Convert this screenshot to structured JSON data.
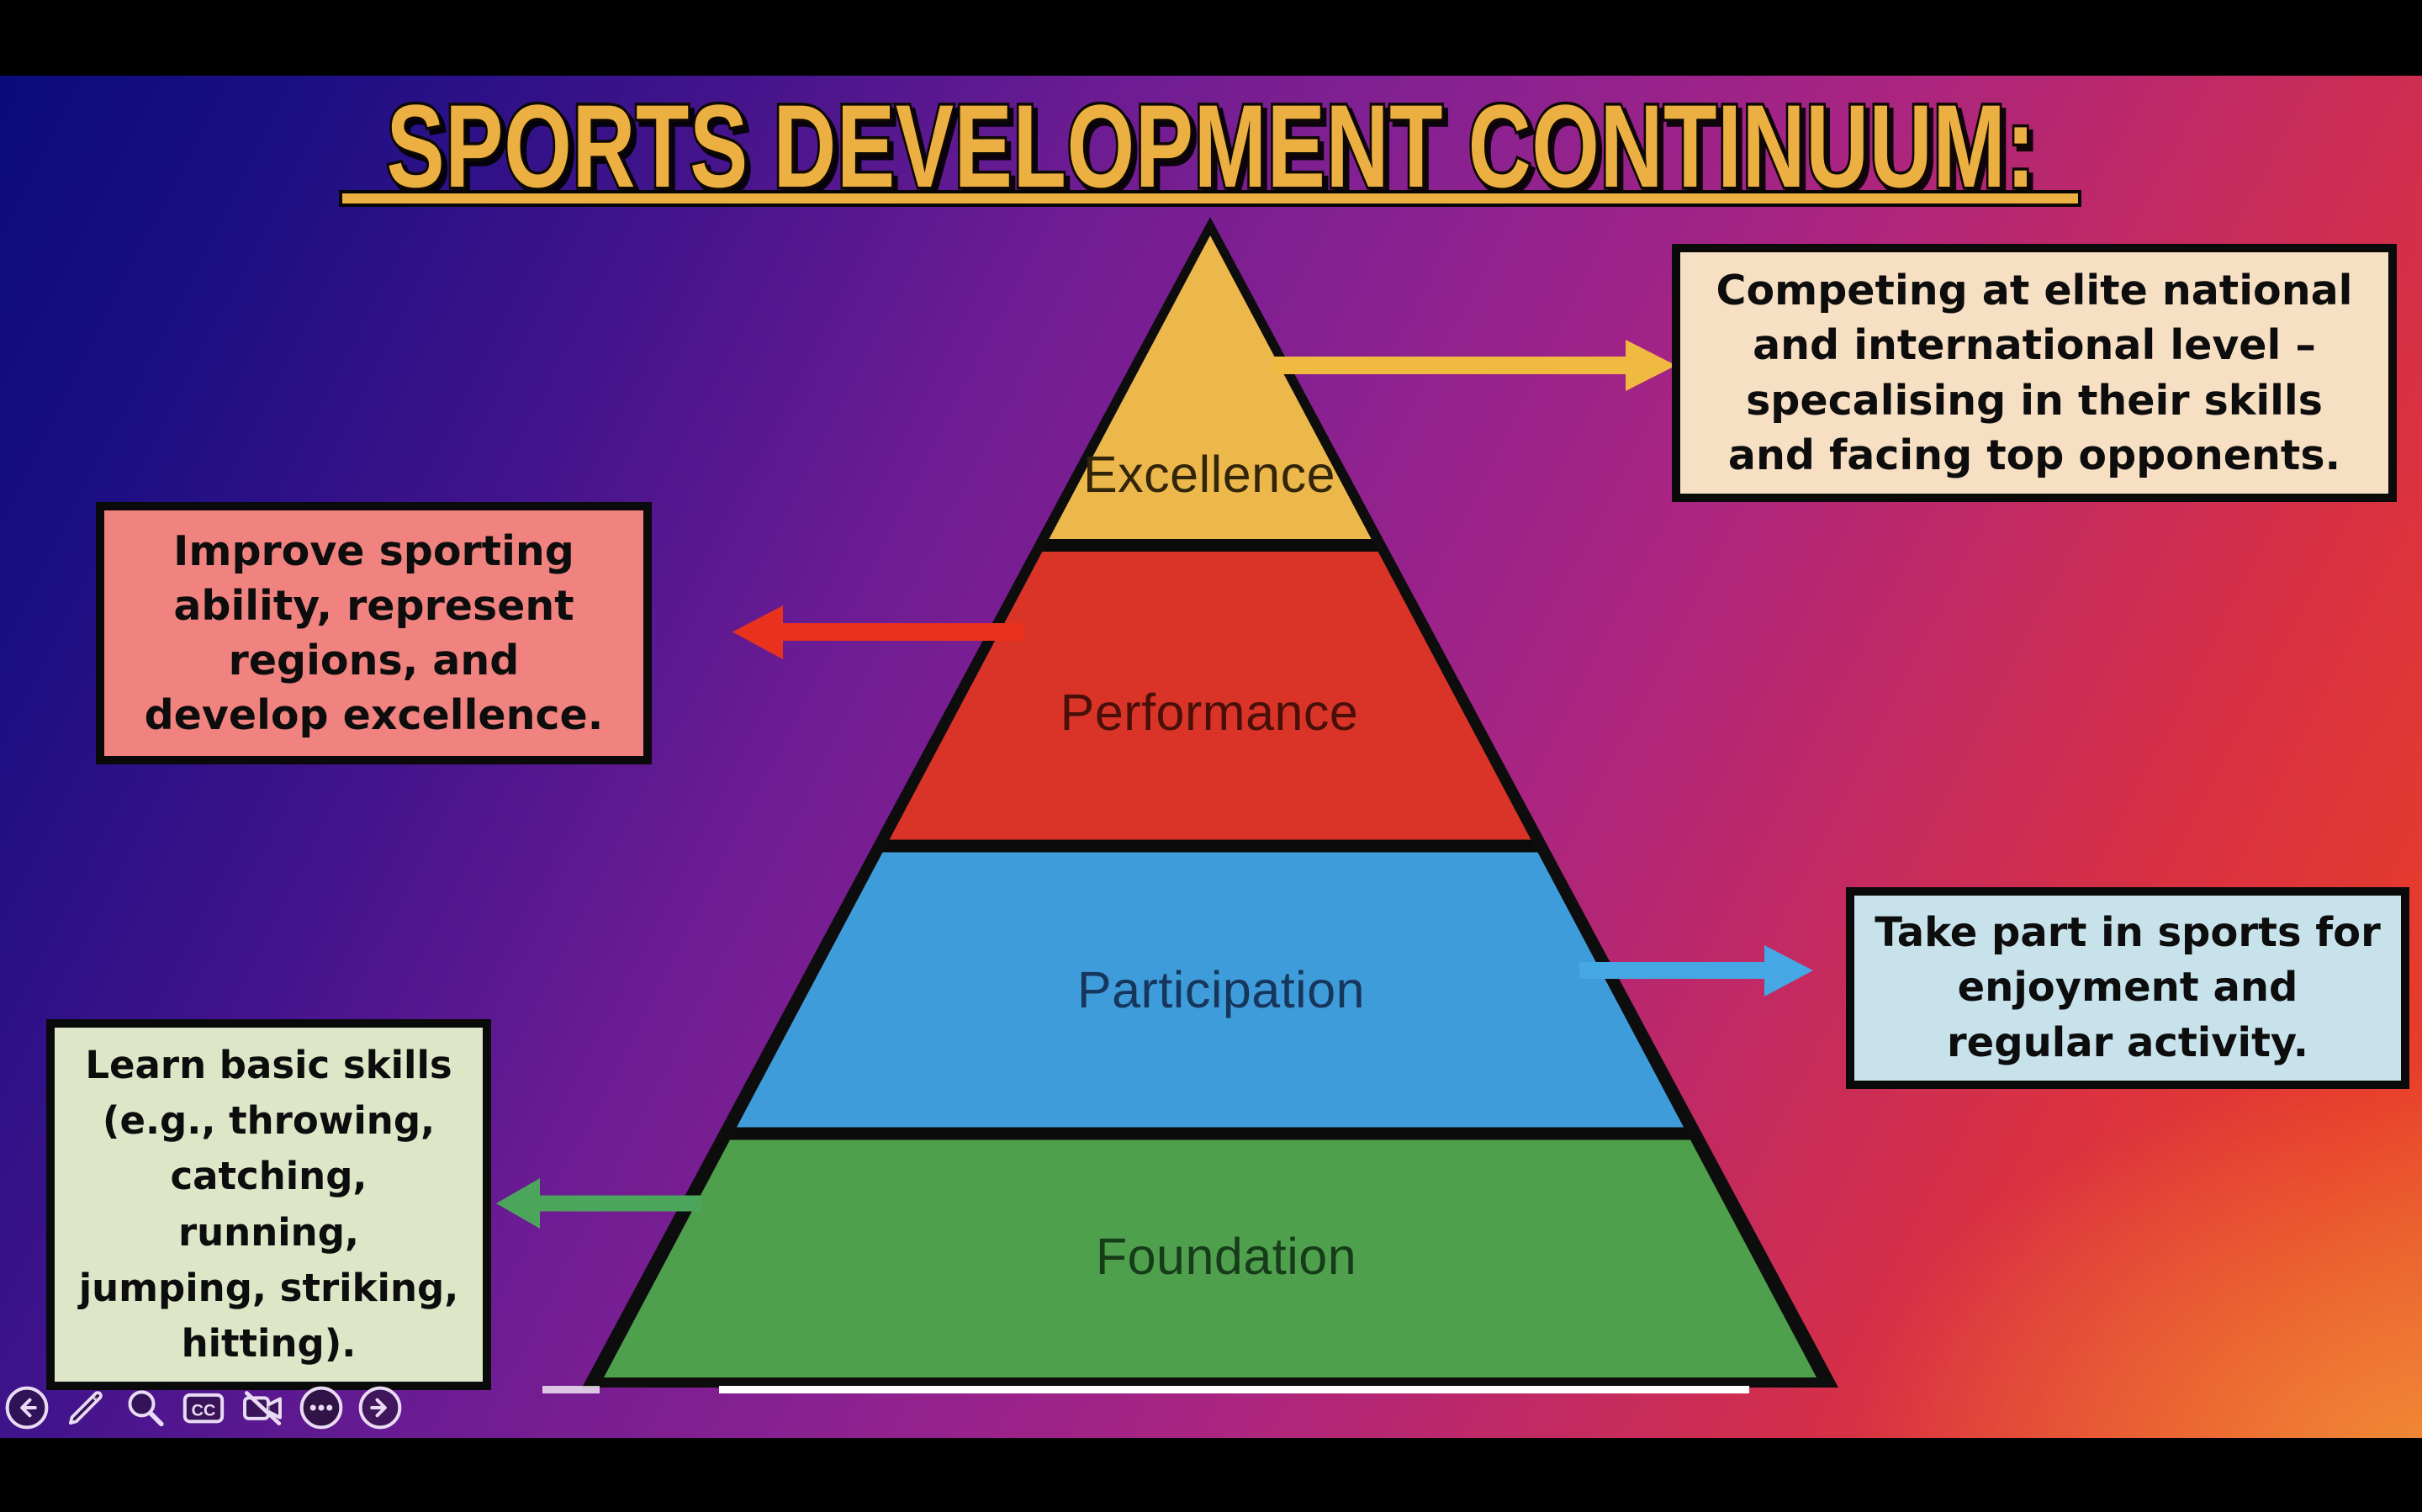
{
  "title": {
    "text": "SPORTS DEVELOPMENT CONTINUUM:",
    "color": "#ECB042"
  },
  "pyramid": {
    "levels": [
      {
        "label": "Excellence",
        "color": "#EDB84B"
      },
      {
        "label": "Performance",
        "color": "#D93427"
      },
      {
        "label": "Participation",
        "color": "#3F9CDB"
      },
      {
        "label": "Foundation",
        "color": "#4FA04C"
      }
    ]
  },
  "callouts": {
    "excellence": {
      "bg": "#F7DFC3",
      "arrow_color": "#F0B93F",
      "lines": [
        "Competing at elite national",
        "and international level –",
        "specalising in their skills",
        "and facing top opponents."
      ]
    },
    "performance": {
      "bg": "#F0827F",
      "arrow_color": "#E8321E",
      "lines": [
        "Improve sporting",
        "ability, represent",
        "regions, and",
        "develop excellence."
      ]
    },
    "participation": {
      "bg": "#C7E2EB",
      "arrow_color": "#45A7E3",
      "lines": [
        "Take part in sports for",
        "enjoyment and",
        "regular activity."
      ]
    },
    "foundation": {
      "bg": "#DDE7C8",
      "arrow_color": "#4BA55B",
      "lines": [
        "Learn basic skills",
        "(e.g., throwing,",
        "catching,",
        "running,",
        "jumping, striking,",
        "hitting)."
      ]
    }
  },
  "toolbar": {
    "cc_label": "CC",
    "icons": [
      "previous",
      "pen",
      "zoom",
      "closed-captions",
      "camera-off",
      "more",
      "next"
    ]
  }
}
